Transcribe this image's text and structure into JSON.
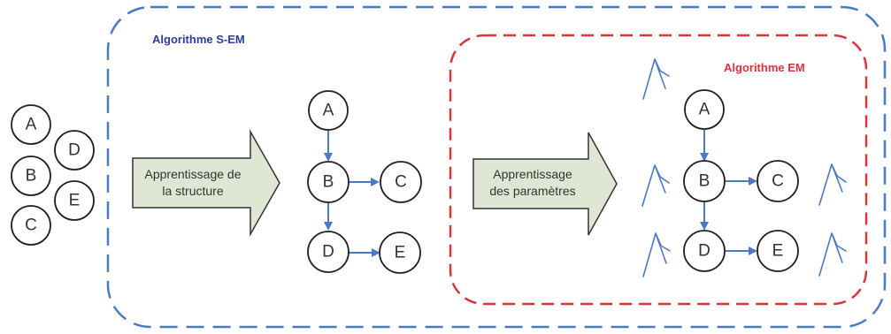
{
  "colors": {
    "outer_border": "#4a7ac4",
    "inner_border": "#d9343a",
    "edge": "#4a7ac4",
    "outer_label": "#2c3e9c",
    "inner_label": "#d9343a",
    "step_arrow_fill": "#dfe6d3"
  },
  "outer_box": {
    "label": "Algorithme S-EM"
  },
  "inner_box": {
    "label": "Algorithme EM"
  },
  "input_nodes": [
    "A",
    "D",
    "B",
    "E",
    "C"
  ],
  "step1": {
    "line1": "Apprentissage de",
    "line2": "la structure"
  },
  "step2": {
    "line1": "Apprentissage",
    "line2": "des paramètres"
  },
  "network1": {
    "nodes": [
      "A",
      "B",
      "C",
      "D",
      "E"
    ],
    "edges": [
      [
        "A",
        "B"
      ],
      [
        "B",
        "C"
      ],
      [
        "B",
        "D"
      ],
      [
        "D",
        "E"
      ]
    ]
  },
  "network2": {
    "nodes": [
      "A",
      "B",
      "C",
      "D",
      "E"
    ],
    "edges": [
      [
        "A",
        "B"
      ],
      [
        "B",
        "C"
      ],
      [
        "B",
        "D"
      ],
      [
        "D",
        "E"
      ]
    ],
    "parameter_icons": "tree-icon"
  }
}
